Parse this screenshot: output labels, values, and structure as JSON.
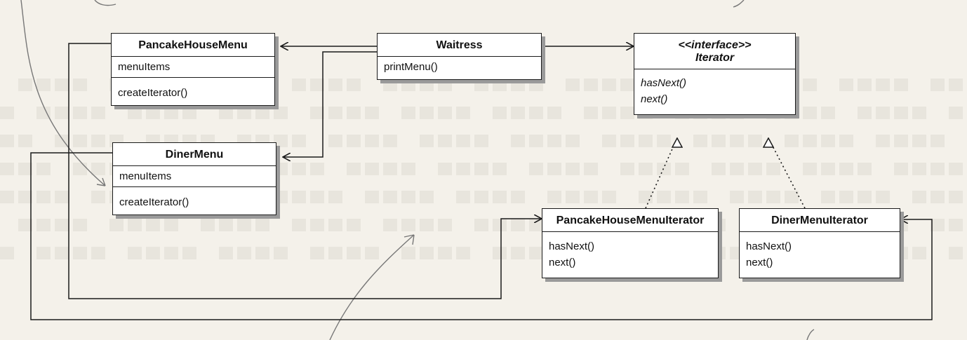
{
  "classes": {
    "pancake_house_menu": {
      "name": "PancakeHouseMenu",
      "fields": [
        "menuItems"
      ],
      "methods": [
        "createIterator()"
      ]
    },
    "diner_menu": {
      "name": "DinerMenu",
      "fields": [
        "menuItems"
      ],
      "methods": [
        "createIterator()"
      ]
    },
    "waitress": {
      "name": "Waitress",
      "methods": [
        "printMenu()"
      ]
    },
    "iterator": {
      "stereotype": "<<interface>>",
      "name": "Iterator",
      "methods": [
        "hasNext()",
        "next()"
      ]
    },
    "pancake_house_menu_iterator": {
      "name": "PancakeHouseMenuIterator",
      "methods": [
        "hasNext()",
        "next()"
      ]
    },
    "diner_menu_iterator": {
      "name": "DinerMenuIterator",
      "methods": [
        "hasNext()",
        "next()"
      ]
    }
  },
  "colors": {
    "line": "#1a1a1a",
    "shadow": "#9a9a9a",
    "paper": "#f4f1ea",
    "annotation": "#777777"
  }
}
